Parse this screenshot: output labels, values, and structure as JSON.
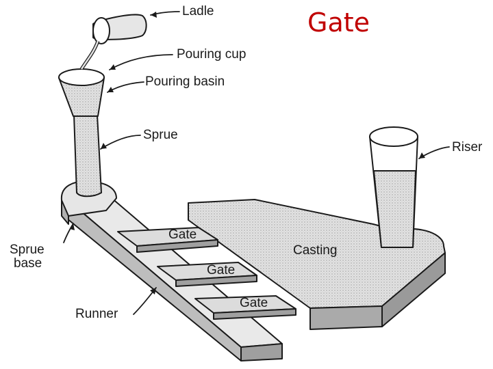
{
  "title": "Gate",
  "colors": {
    "title": "#c00000",
    "ink": "#1a1a1a",
    "fill_light": "#e6e6e6",
    "fill_mid": "#cfcfcf",
    "fill_dark": "#a9a9a9"
  },
  "labels": {
    "ladle": "Ladle",
    "pouring_cup": "Pouring cup",
    "pouring_basin": "Pouring basin",
    "sprue": "Sprue",
    "riser": "Riser",
    "sprue_base_line1": "Sprue",
    "sprue_base_line2": "base",
    "casting": "Casting",
    "gate_1": "Gate",
    "gate_2": "Gate",
    "gate_3": "Gate",
    "runner": "Runner"
  }
}
